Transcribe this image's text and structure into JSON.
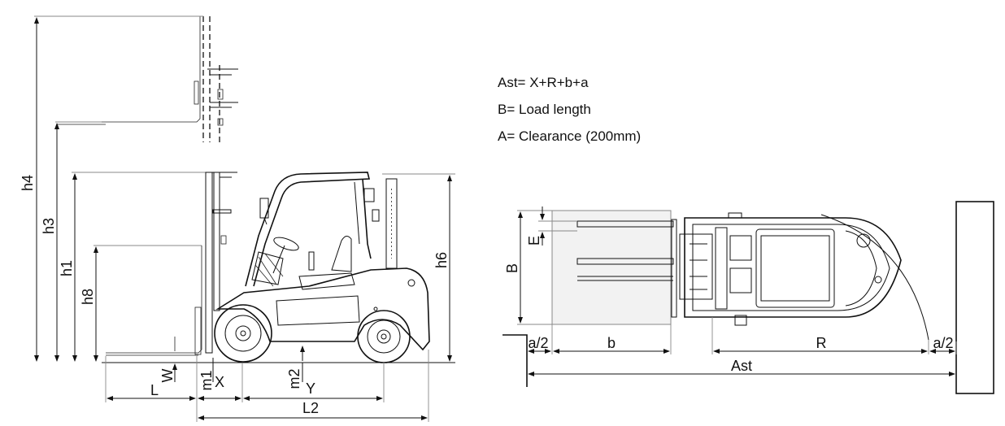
{
  "formulas": {
    "ast": "Ast= X+R+b+a",
    "load": "B= Load length",
    "clearance": "A= Clearance (200mm)"
  },
  "side_view_labels": {
    "h4": "h4",
    "h3": "h3",
    "h1": "h1",
    "h8": "h8",
    "h6": "h6",
    "w": "W",
    "l": "L",
    "m1": "m1",
    "x": "X",
    "m2": "m2",
    "y": "Y",
    "l2": "L2"
  },
  "top_view_labels": {
    "e": "E",
    "b_upper": "B",
    "a2_left": "a/2",
    "b_lower": "b",
    "r": "R",
    "a2_right": "a/2",
    "ast": "Ast"
  },
  "colors": {
    "line": "#111111",
    "background": "#ffffff"
  }
}
